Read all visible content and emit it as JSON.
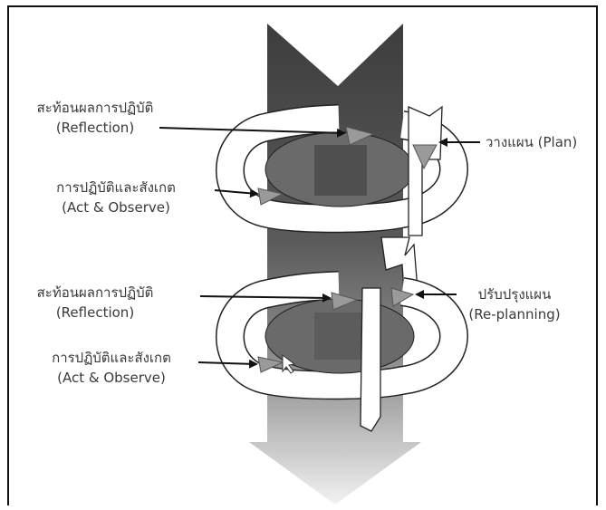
{
  "labels": {
    "reflection_1": {
      "thai": "สะท้อนผลการปฏิบัติ",
      "en": "(Reflection)"
    },
    "act_observe_1": {
      "thai": "การปฏิบัติและสังเกต",
      "en": "(Act & Observe)"
    },
    "plan": {
      "text": "วางแผน (Plan)"
    },
    "reflection_2": {
      "thai": "สะท้อนผลการปฏิบัติ",
      "en": "(Reflection)"
    },
    "replanning": {
      "thai": "ปรับปรุงแผน",
      "en": "(Re-planning)"
    },
    "act_observe_2": {
      "thai": "การปฏิบัติและสังเกต",
      "en": "(Act & Observe)"
    }
  },
  "colors": {
    "column_top": "#3d3d3d",
    "column_bottom": "#f4f4f4",
    "ring_fill": "#ffffff",
    "hole_fill": "#6a6a6a",
    "triangle": "#9a9a9a",
    "outline": "#222222",
    "text": "#3a3a3a"
  }
}
